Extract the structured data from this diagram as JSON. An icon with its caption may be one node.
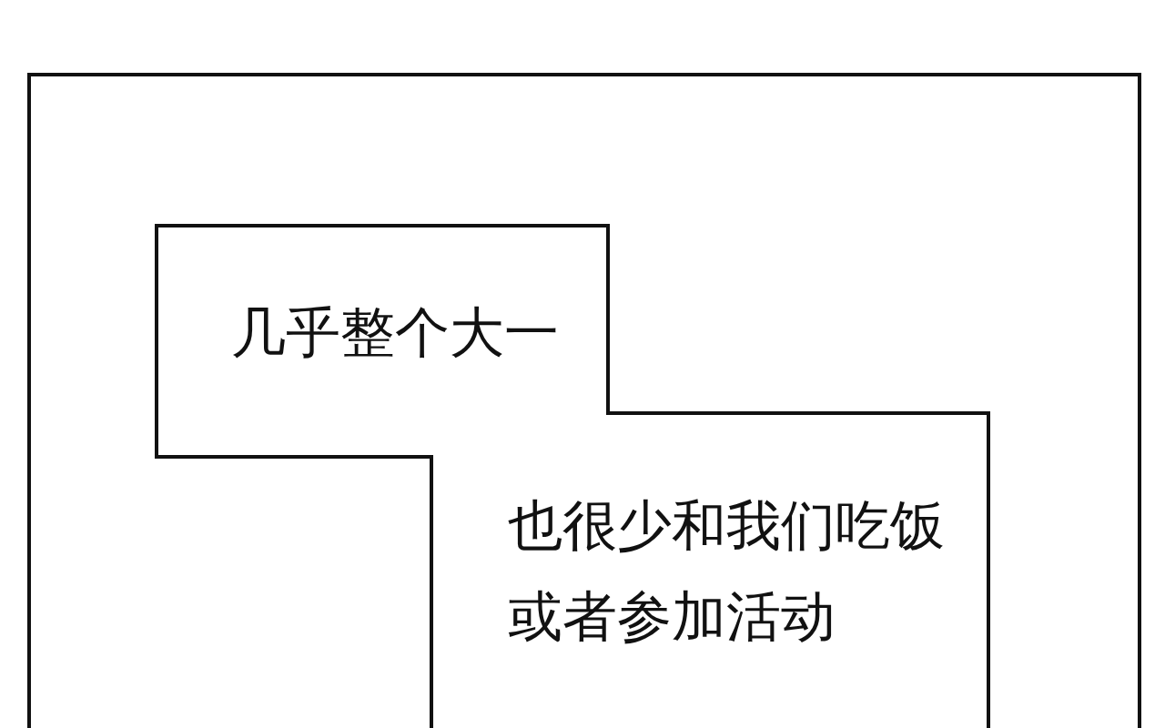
{
  "diagram": {
    "nodes": [
      {
        "text": [],
        "shape": "box"
      },
      {
        "text": [
          "几乎整个大一"
        ],
        "in": 0
      },
      {
        "text": [
          "也很少和我们吃饭或者参加活动"
        ],
        "in": 0
      }
    ],
    "edges": []
  }
}
